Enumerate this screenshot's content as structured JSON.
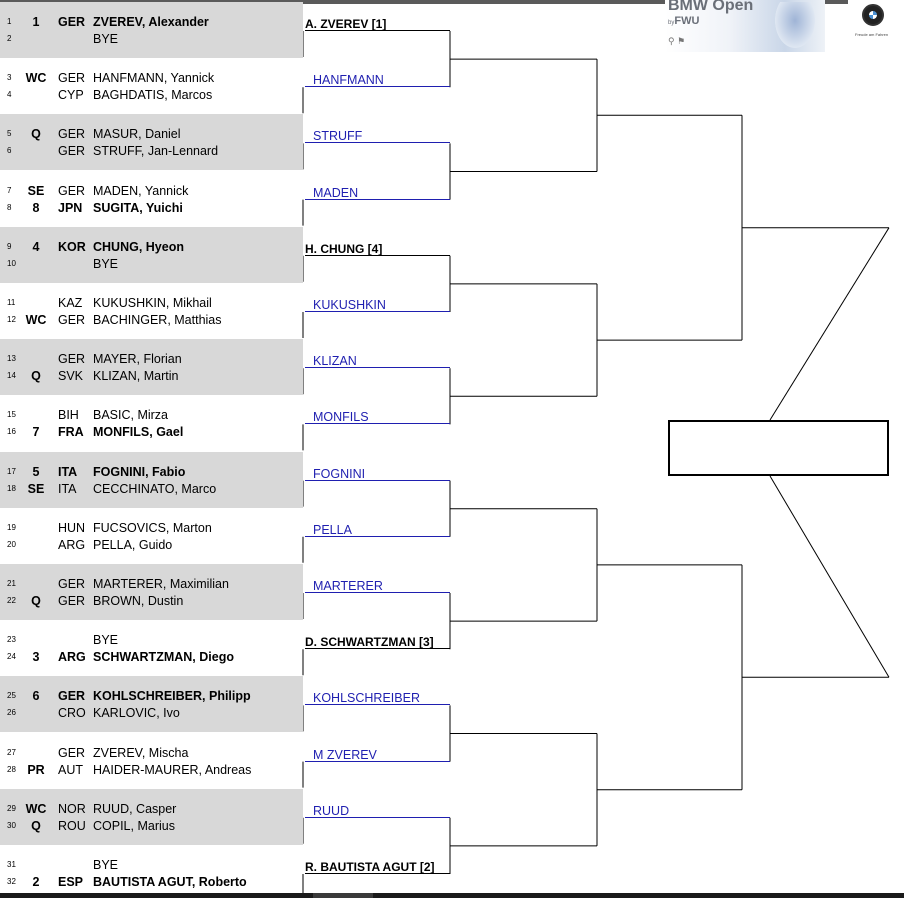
{
  "tournament": {
    "logo_line1": "BMW Open",
    "logo_by": "by",
    "logo_line2": "FWU",
    "sponsor_tag": "Freude am Fahren"
  },
  "pairs": [
    {
      "p1": {
        "num": "1",
        "seed": "1",
        "ctry": "GER",
        "name": "ZVEREV, Alexander",
        "bold": true
      },
      "p2": {
        "num": "2",
        "seed": "",
        "ctry": "",
        "name": "BYE",
        "bold": false
      },
      "winner": "A. ZVEREV [1]",
      "winner_bold": true
    },
    {
      "p1": {
        "num": "3",
        "seed": "WC",
        "ctry": "GER",
        "name": "HANFMANN, Yannick",
        "bold": false
      },
      "p2": {
        "num": "4",
        "seed": "",
        "ctry": "CYP",
        "name": "BAGHDATIS, Marcos",
        "bold": false
      },
      "winner": "HANFMANN",
      "winner_bold": false
    },
    {
      "p1": {
        "num": "5",
        "seed": "Q",
        "ctry": "GER",
        "name": "MASUR, Daniel",
        "bold": false
      },
      "p2": {
        "num": "6",
        "seed": "",
        "ctry": "GER",
        "name": "STRUFF, Jan-Lennard",
        "bold": false
      },
      "winner": "STRUFF",
      "winner_bold": false
    },
    {
      "p1": {
        "num": "7",
        "seed": "SE",
        "ctry": "GER",
        "name": "MADEN, Yannick",
        "bold": false
      },
      "p2": {
        "num": "8",
        "seed": "8",
        "ctry": "JPN",
        "name": "SUGITA, Yuichi",
        "bold": true
      },
      "winner": "MADEN",
      "winner_bold": false
    },
    {
      "p1": {
        "num": "9",
        "seed": "4",
        "ctry": "KOR",
        "name": "CHUNG, Hyeon",
        "bold": true
      },
      "p2": {
        "num": "10",
        "seed": "",
        "ctry": "",
        "name": "BYE",
        "bold": false
      },
      "winner": "H. CHUNG [4]",
      "winner_bold": true
    },
    {
      "p1": {
        "num": "11",
        "seed": "",
        "ctry": "KAZ",
        "name": "KUKUSHKIN, Mikhail",
        "bold": false
      },
      "p2": {
        "num": "12",
        "seed": "WC",
        "ctry": "GER",
        "name": "BACHINGER, Matthias",
        "bold": false
      },
      "winner": "KUKUSHKIN",
      "winner_bold": false
    },
    {
      "p1": {
        "num": "13",
        "seed": "",
        "ctry": "GER",
        "name": "MAYER, Florian",
        "bold": false
      },
      "p2": {
        "num": "14",
        "seed": "Q",
        "ctry": "SVK",
        "name": "KLIZAN, Martin",
        "bold": false
      },
      "winner": "KLIZAN",
      "winner_bold": false
    },
    {
      "p1": {
        "num": "15",
        "seed": "",
        "ctry": "BIH",
        "name": "BASIC, Mirza",
        "bold": false
      },
      "p2": {
        "num": "16",
        "seed": "7",
        "ctry": "FRA",
        "name": "MONFILS, Gael",
        "bold": true
      },
      "winner": "MONFILS",
      "winner_bold": false
    },
    {
      "p1": {
        "num": "17",
        "seed": "5",
        "ctry": "ITA",
        "name": "FOGNINI, Fabio",
        "bold": true
      },
      "p2": {
        "num": "18",
        "seed": "SE",
        "ctry": "ITA",
        "name": "CECCHINATO, Marco",
        "bold": false
      },
      "winner": "FOGNINI",
      "winner_bold": false
    },
    {
      "p1": {
        "num": "19",
        "seed": "",
        "ctry": "HUN",
        "name": "FUCSOVICS, Marton",
        "bold": false
      },
      "p2": {
        "num": "20",
        "seed": "",
        "ctry": "ARG",
        "name": "PELLA, Guido",
        "bold": false
      },
      "winner": "PELLA",
      "winner_bold": false
    },
    {
      "p1": {
        "num": "21",
        "seed": "",
        "ctry": "GER",
        "name": "MARTERER, Maximilian",
        "bold": false
      },
      "p2": {
        "num": "22",
        "seed": "Q",
        "ctry": "GER",
        "name": "BROWN, Dustin",
        "bold": false
      },
      "winner": "MARTERER",
      "winner_bold": false
    },
    {
      "p1": {
        "num": "23",
        "seed": "",
        "ctry": "",
        "name": "BYE",
        "bold": false
      },
      "p2": {
        "num": "24",
        "seed": "3",
        "ctry": "ARG",
        "name": "SCHWARTZMAN, Diego",
        "bold": true
      },
      "winner": "D. SCHWARTZMAN [3]",
      "winner_bold": true
    },
    {
      "p1": {
        "num": "25",
        "seed": "6",
        "ctry": "GER",
        "name": "KOHLSCHREIBER, Philipp",
        "bold": true
      },
      "p2": {
        "num": "26",
        "seed": "",
        "ctry": "CRO",
        "name": "KARLOVIC, Ivo",
        "bold": false
      },
      "winner": "KOHLSCHREIBER",
      "winner_bold": false
    },
    {
      "p1": {
        "num": "27",
        "seed": "",
        "ctry": "GER",
        "name": "ZVEREV, Mischa",
        "bold": false
      },
      "p2": {
        "num": "28",
        "seed": "PR",
        "ctry": "AUT",
        "name": "HAIDER-MAURER, Andreas",
        "bold": false
      },
      "winner": "M ZVEREV",
      "winner_bold": false
    },
    {
      "p1": {
        "num": "29",
        "seed": "WC",
        "ctry": "NOR",
        "name": "RUUD, Casper",
        "bold": false
      },
      "p2": {
        "num": "30",
        "seed": "Q",
        "ctry": "ROU",
        "name": "COPIL, Marius",
        "bold": false
      },
      "winner": "RUUD",
      "winner_bold": false
    },
    {
      "p1": {
        "num": "31",
        "seed": "",
        "ctry": "",
        "name": "BYE",
        "bold": false
      },
      "p2": {
        "num": "32",
        "seed": "2",
        "ctry": "ESP",
        "name": "BAUTISTA AGUT, Roberto",
        "bold": true
      },
      "winner": "R. BAUTISTA AGUT [2]",
      "winner_bold": true
    }
  ],
  "final_winner": ""
}
